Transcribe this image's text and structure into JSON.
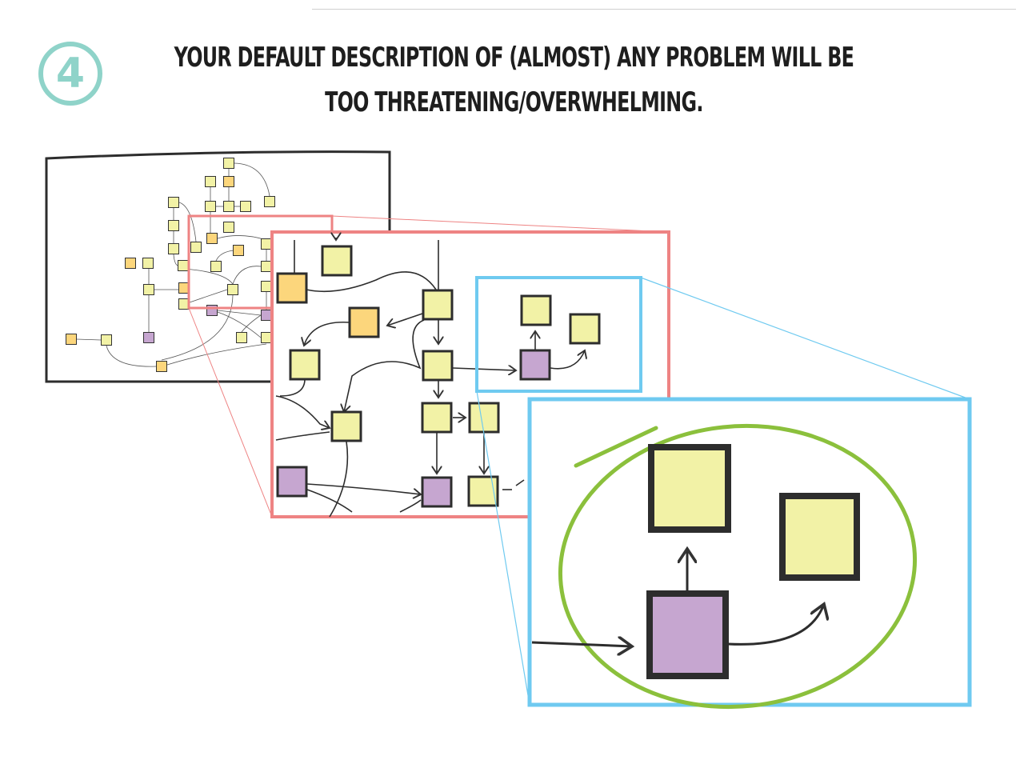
{
  "step_number": "4",
  "heading": {
    "line1": "YOUR DEFAULT DESCRIPTION OF (ALMOST) ANY PROBLEM WILL BE",
    "line2": "TOO THREATENING/OVERWHELMING."
  },
  "colors": {
    "yellow": "#f2f2a6",
    "orange": "#fcd67c",
    "purple": "#c6a6d0",
    "pink_frame": "#ee8383",
    "blue_frame": "#6fcaf0",
    "green_circle": "#8bc03c",
    "badge": "#8fd3c9"
  }
}
